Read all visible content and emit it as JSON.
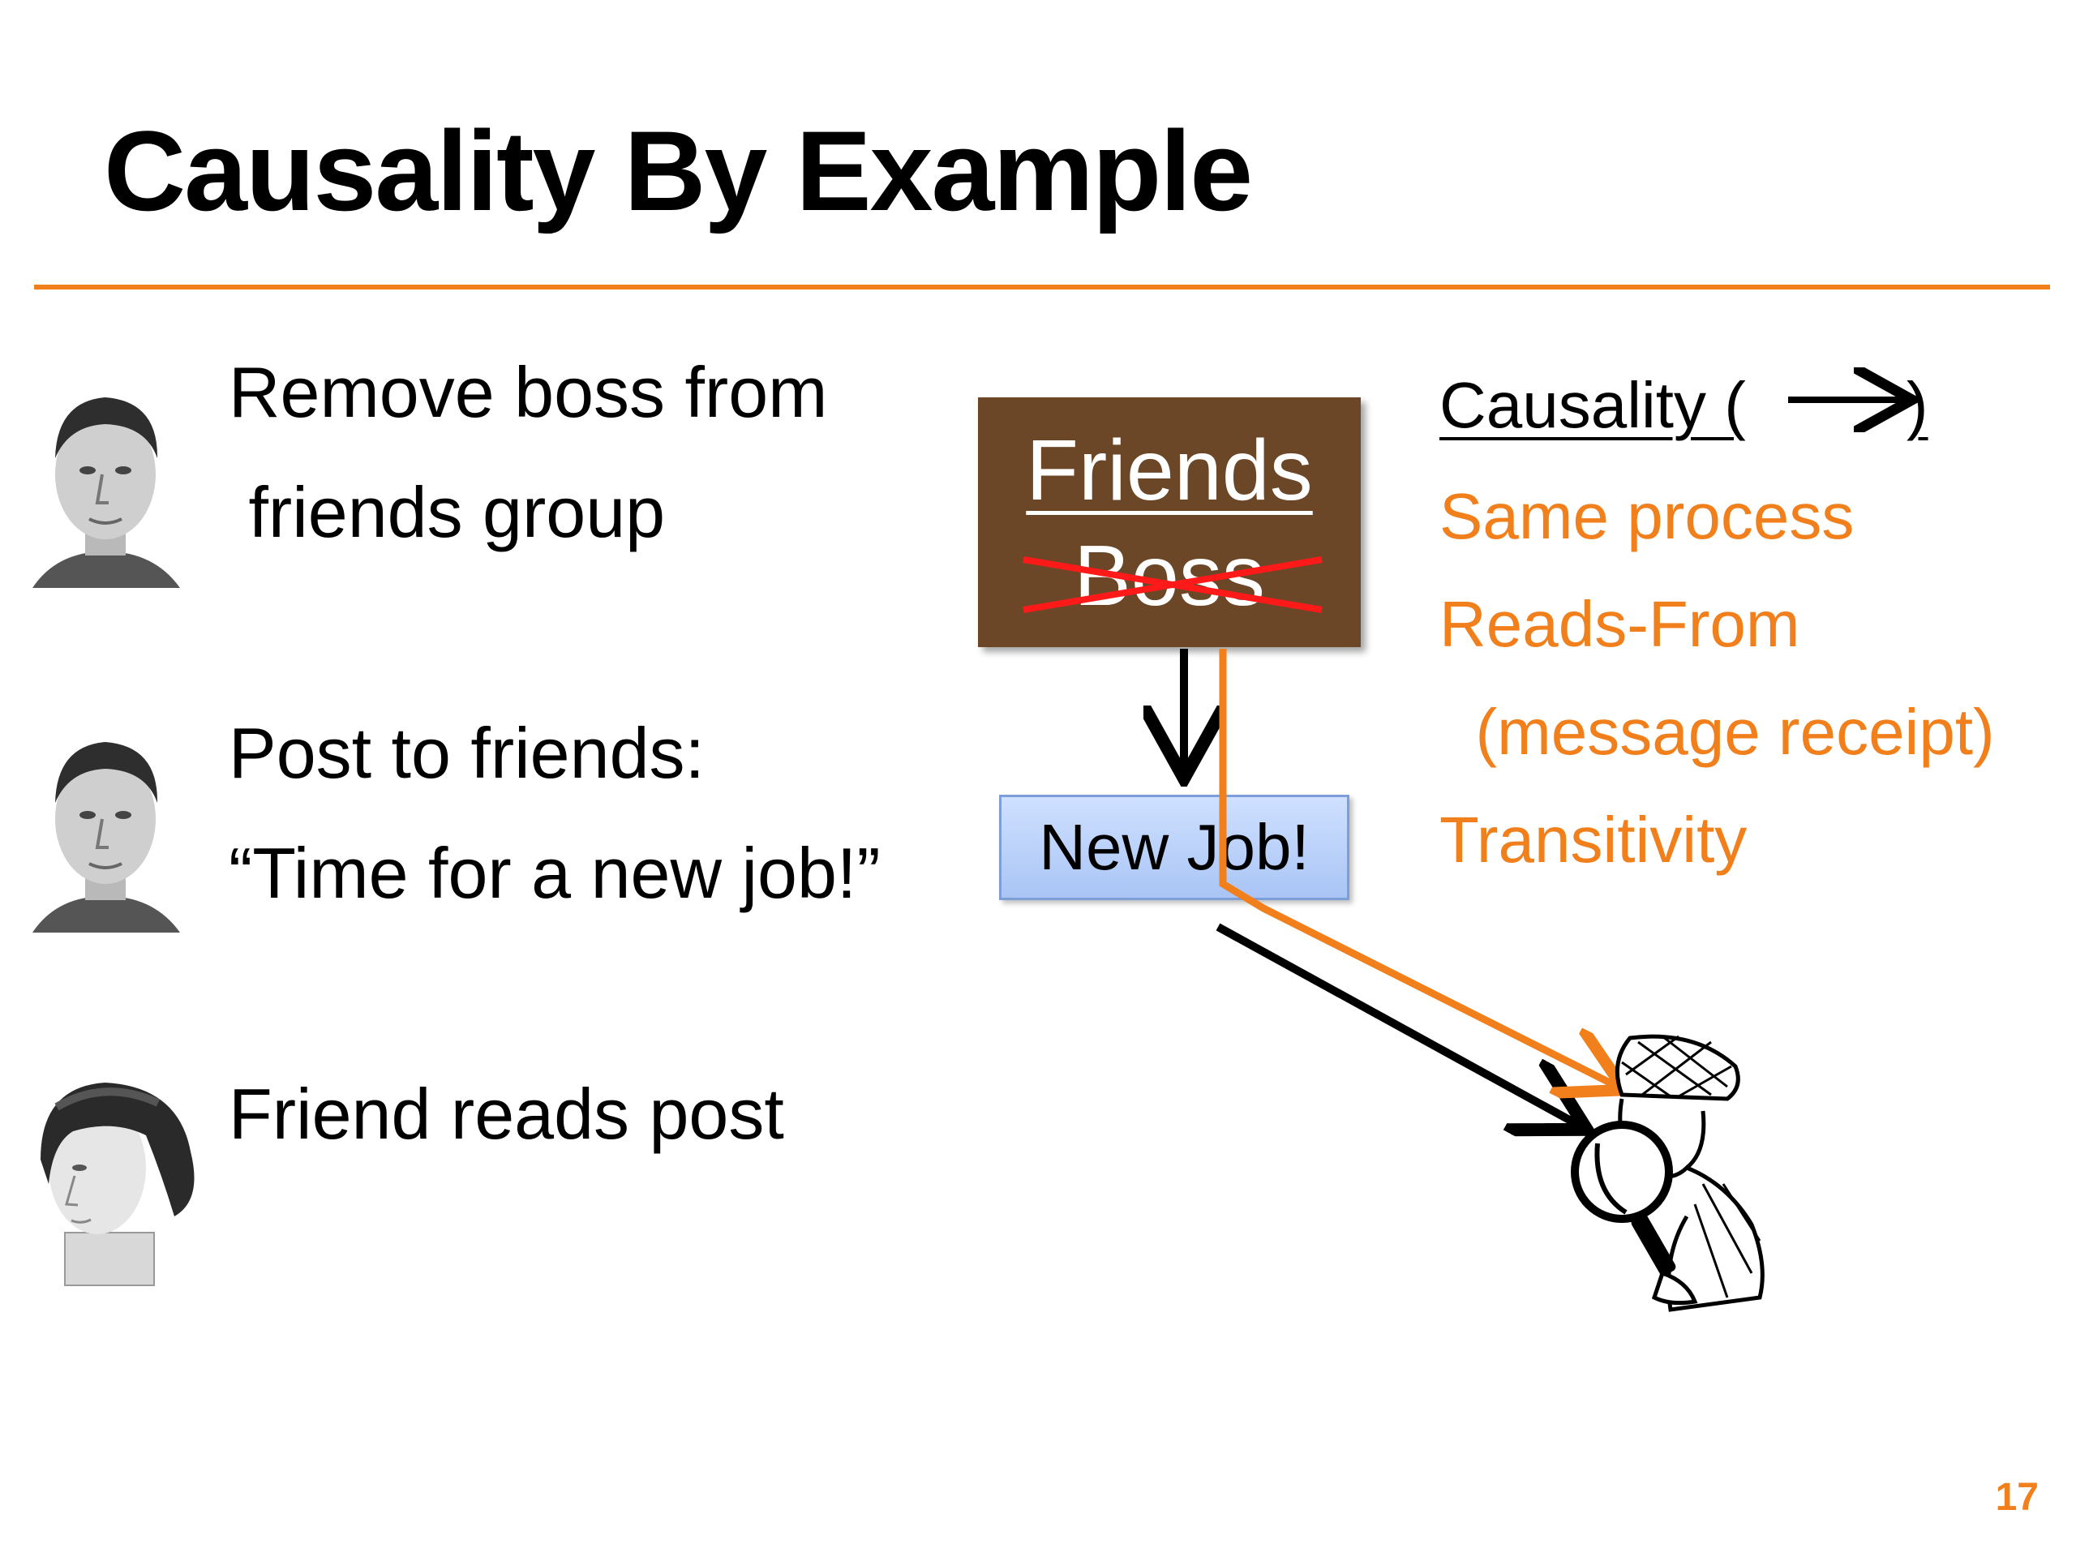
{
  "title": "Causality By Example",
  "steps": [
    {
      "line1": "Remove boss from",
      "line2": " friends group"
    },
    {
      "line1": "Post to friends:",
      "line2": "“Time for a new job!”"
    },
    {
      "line1": "Friend reads post"
    }
  ],
  "diagram": {
    "friends_label": "Friends",
    "boss_label": "Boss",
    "new_job_label": "New Job!"
  },
  "legend": {
    "heading": "Causality (",
    "heading_close": ")",
    "items": [
      "Same process",
      "Reads-From",
      "  (message receipt)",
      "Transitivity"
    ]
  },
  "page_number": "17",
  "colors": {
    "accent_orange": "#f07f1c",
    "brown_box": "#6b4727",
    "blue_box": "#bcd3fb",
    "strike_red": "#ff1a1a"
  },
  "icons": {
    "person1": "male-portrait-icon",
    "person2": "male-portrait-icon",
    "person3": "female-portrait-icon",
    "detective": "detective-magnifier-icon"
  }
}
